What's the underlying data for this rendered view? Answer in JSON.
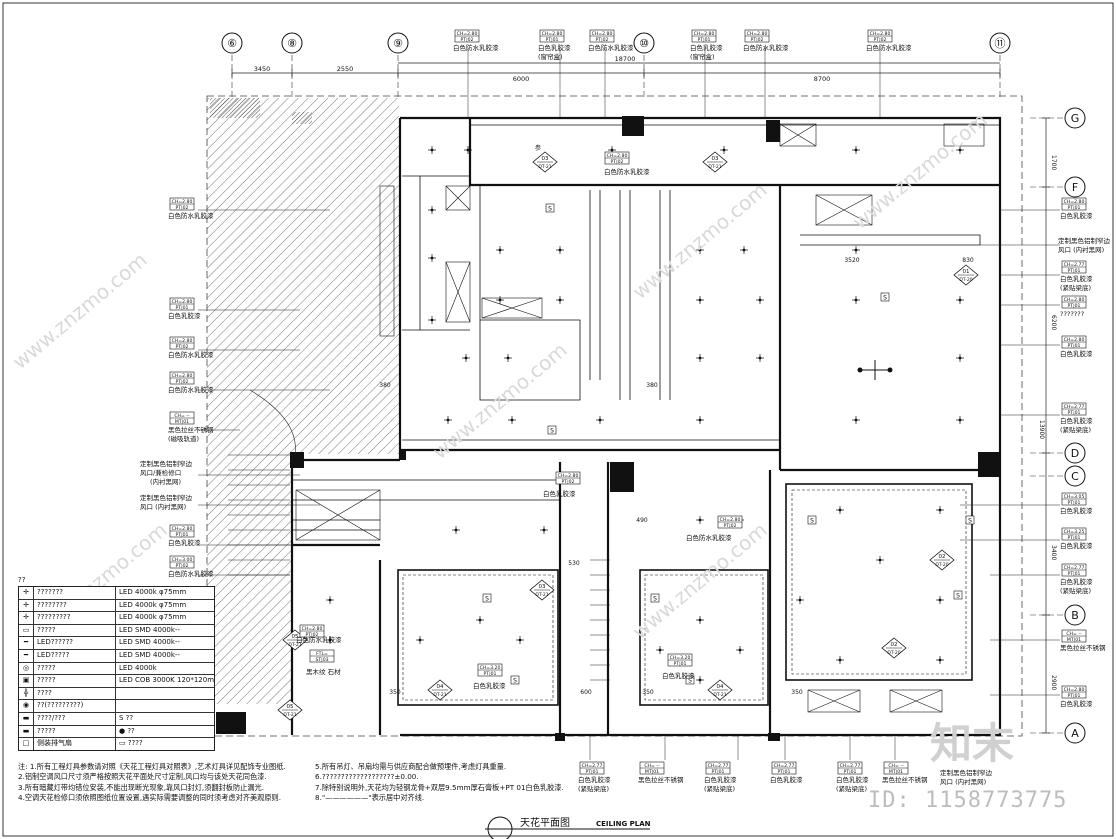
{
  "grid": {
    "columns": [
      "⑥",
      "⑧",
      "⑨",
      "⑩",
      "⑪"
    ],
    "rows": [
      "G",
      "F",
      "D",
      "C",
      "B",
      "A"
    ]
  },
  "dimensions": {
    "top_segments": [
      "3450",
      "2550",
      "6000",
      "8700"
    ],
    "top_total": "18700",
    "right_segments": [
      "1700",
      "6200",
      "13900",
      "3400",
      "2900"
    ],
    "interior": [
      "3520",
      "830",
      "380",
      "380",
      "490",
      "350",
      "350",
      "350",
      "600",
      "530"
    ]
  },
  "tags": {
    "ch280_pt02": [
      "CH=2.80",
      "PT|02"
    ],
    "ch280_pt01": [
      "CH=2.80",
      "PT|01"
    ],
    "ch277_pt01": [
      "CH=2.77",
      "PT|01"
    ],
    "ch305_pt01": [
      "CH=3.05",
      "PT|01"
    ],
    "ch325_pt01": [
      "CH=3.25",
      "PT|01"
    ],
    "ch300_pt02": [
      "CH=3.00",
      "PT|02"
    ],
    "ch320_pt01": [
      "CH=3.20",
      "PT|01"
    ],
    "chdash_mt01": [
      "CH= --",
      "MT|01"
    ],
    "st03": [
      "FTL=",
      "ST|03"
    ]
  },
  "labels": {
    "water_latex": "白色防水乳胶漆",
    "latex": "白色乳胶漆",
    "curtain_box": "(窗帘盒)",
    "beam_underside": "(紧贴梁底)",
    "black_steel": "黑色拉丝不锈钢",
    "black_steel_track": "(磁吸轨道)",
    "vent_1": "定制黑色铝制窄边",
    "vent_2": "风口/兼检修口",
    "vent_3": "(内衬黑网)",
    "vent_4": "风口 (内衬黑网)",
    "vent_5": "风口",
    "marble": "黑木纹 石材",
    "unknown": "???????",
    "ref_top": "参",
    "s": "S"
  },
  "sections": {
    "s03": [
      "03",
      "DT-21"
    ],
    "s01": [
      "01",
      "DT-20"
    ],
    "s02": [
      "02",
      "DT-20"
    ],
    "s04": [
      "04",
      "DT-21"
    ],
    "s05": [
      "05",
      "DT-21"
    ]
  },
  "legend": {
    "header": "??",
    "rows": [
      {
        "icon": "✛",
        "name": "???????",
        "spec": "LED 4000k  φ75mm"
      },
      {
        "icon": "✛",
        "name": "????????",
        "spec": "LED 4000k  φ75mm"
      },
      {
        "icon": "✛",
        "name": "?????????",
        "spec": "LED 4000k  φ75mm"
      },
      {
        "icon": "▭",
        "name": "?????",
        "spec": "LED SMD 4000k--"
      },
      {
        "icon": "━",
        "name": "LED??????",
        "spec": "LED SMD 4000k--"
      },
      {
        "icon": "━",
        "name": "LED?????",
        "spec": "LED SMD 4000k--"
      },
      {
        "icon": "◎",
        "name": "?????",
        "spec": "LED 4000k"
      },
      {
        "icon": "▣",
        "name": "?????",
        "spec": "LED COB 3000K 120*120mm"
      },
      {
        "icon": "╬",
        "name": "????",
        "spec": ""
      },
      {
        "icon": "◉",
        "name": "??(?????????)",
        "spec": ""
      },
      {
        "icon": "▬",
        "name": "????/???",
        "spec": "S  ??"
      },
      {
        "icon": "▬",
        "name": "?????",
        "spec": "●  ??"
      },
      {
        "icon": "□",
        "name": "侧装排气扇",
        "spec": "▭  ????"
      }
    ]
  },
  "notes": {
    "left": [
      "注: 1.所有工程灯具参数请对照《天花工程灯具对照表》,艺术灯具详见配饰专业图纸.",
      "2.铝制空调风口尺寸须严格按照天花平面处尺寸定制,风口均与该处天花同色漆.",
      "3.所有暗藏灯带均错位安装,不能出现断光现象,靠风口封灯,须翻封板防止漏光.",
      "4.空调天花检修口须依照图纸位置设置,遇实际需要调整的同时须考虑对齐美观原则."
    ],
    "right": [
      "5.所有吊灯、吊扇均需与供应商配合做预埋件,考虑灯具重量.",
      "6.???????????????????±0.00.",
      "7.除特别说明外,天花均为轻钢龙骨+双层9.5mm厚石膏板+PT 01白色乳胶漆.",
      "8.\"——————\"表示居中对齐线."
    ]
  },
  "title": {
    "cn": "天花平面图",
    "en": "CEILING PLAN"
  },
  "watermark": {
    "text": "知末",
    "id": "ID: 1158773775",
    "diag": "www.znzmo.com"
  }
}
